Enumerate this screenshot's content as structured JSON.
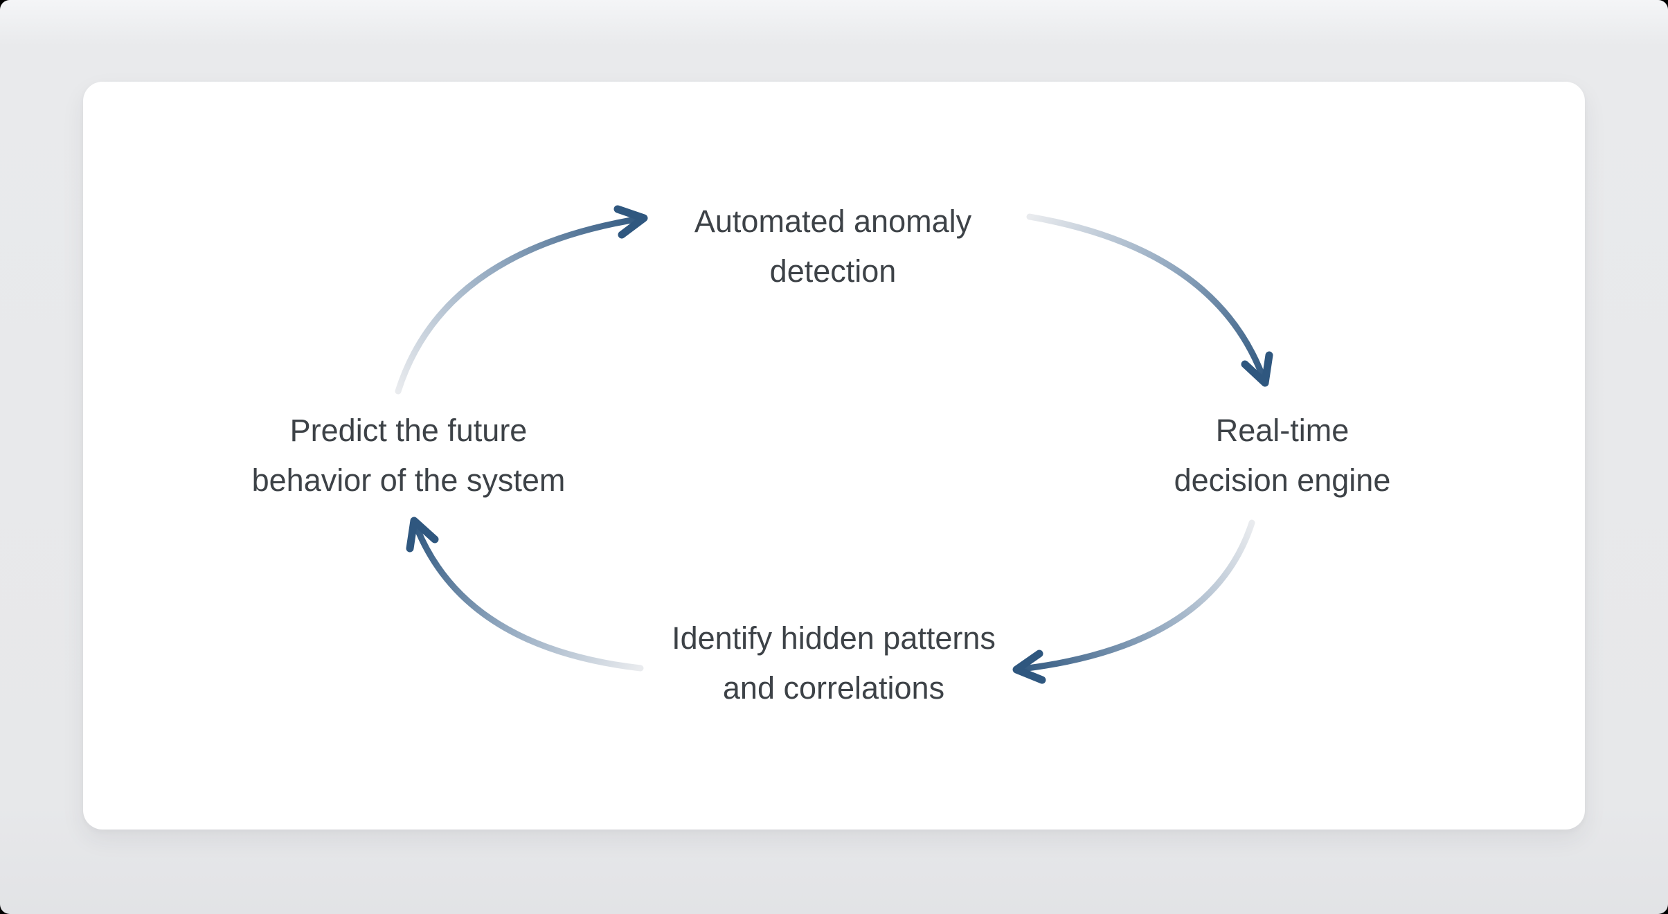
{
  "diagram": {
    "type": "cycle",
    "nodes": [
      {
        "id": "automated-anomaly-detection",
        "line1": "Automated anomaly",
        "line2": "detection"
      },
      {
        "id": "real-time-decision-engine",
        "line1": "Real-time",
        "line2": "decision engine"
      },
      {
        "id": "identify-hidden-patterns",
        "line1": "Identify hidden patterns",
        "line2": "and correlations"
      },
      {
        "id": "predict-future-behavior",
        "line1": "Predict the future",
        "line2": "behavior of the system"
      }
    ],
    "edges": [
      {
        "from": "predict-future-behavior",
        "to": "automated-anomaly-detection"
      },
      {
        "from": "automated-anomaly-detection",
        "to": "real-time-decision-engine"
      },
      {
        "from": "real-time-decision-engine",
        "to": "identify-hidden-patterns"
      },
      {
        "from": "identify-hidden-patterns",
        "to": "predict-future-behavior"
      }
    ],
    "colors": {
      "arrow_dark": "#2f577f",
      "arrow_mid": "#93a9c0",
      "arrow_light": "#e9ebee",
      "text": "#3d4247",
      "card_bg": "#ffffff",
      "frame_bg": "#e8e9eb",
      "page_bg": "#000000"
    }
  }
}
